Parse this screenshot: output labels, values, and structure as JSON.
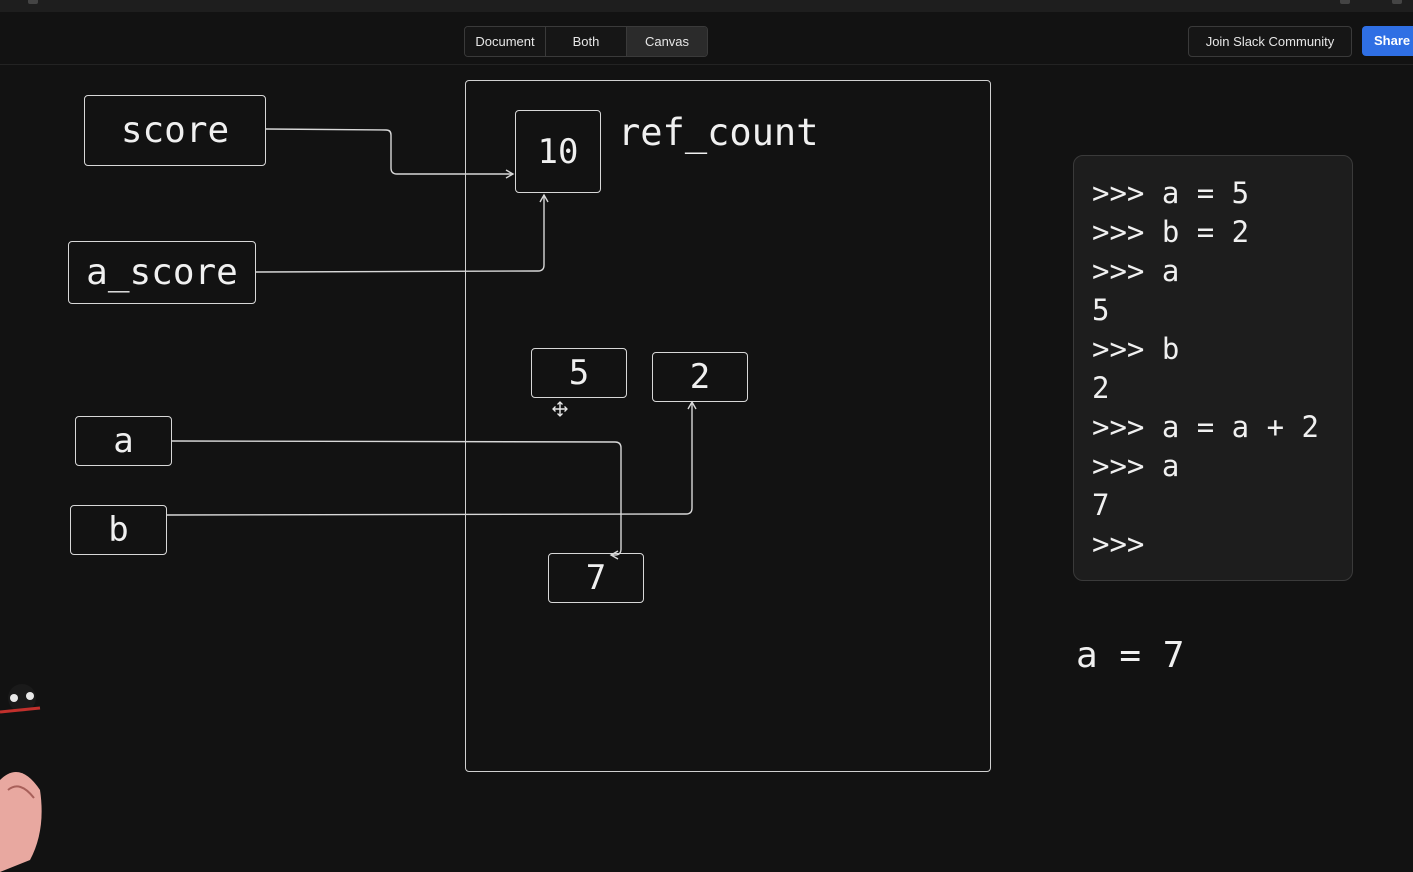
{
  "toolbar": {
    "tabs": [
      {
        "label": "Document"
      },
      {
        "label": "Both"
      },
      {
        "label": "Canvas"
      }
    ],
    "slack_label": "Join Slack Community",
    "share_label": "Share"
  },
  "canvas": {
    "variables": {
      "score": "score",
      "a_score": "a_score",
      "a": "a",
      "b": "b"
    },
    "objects": {
      "ten": "10",
      "five": "5",
      "two": "2",
      "seven": "7"
    },
    "ref_count_label": "ref_count",
    "repl_lines": [
      ">>> a = 5",
      ">>> b = 2",
      ">>> a",
      "5",
      ">>> b",
      "2",
      ">>> a = a + 2",
      ">>> a",
      "7",
      ">>>"
    ],
    "note": "a = 7"
  },
  "colors": {
    "background": "#121212",
    "stroke": "#d8d8d8",
    "share_button": "#2f6fe4"
  }
}
